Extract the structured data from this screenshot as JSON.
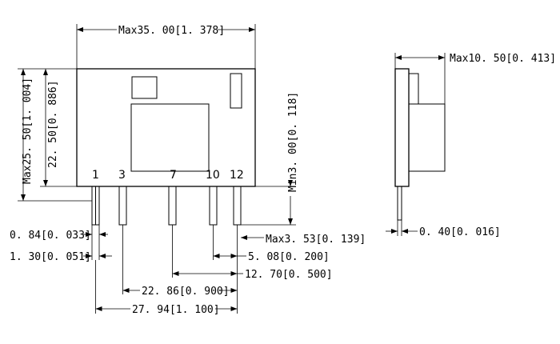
{
  "front_view": {
    "width_label": "Max35. 00[1. 378]",
    "height_max_label": "Max25. 50[1. 004]",
    "height_label": "22. 50[0. 886]",
    "pin_labels": [
      "1",
      "3",
      "7",
      "10",
      "12"
    ],
    "pin_min_length_label": "Min3. 00[0. 118]",
    "pin_width_label": "0. 84[0. 033]",
    "pin_pitch_label": "1. 30[0. 051]",
    "pin_max_length_label": "Max3. 53[0. 139]",
    "spacing_10_12_label": "5. 08[0. 200]",
    "spacing_7_12_label": "12. 70[0. 500]",
    "spacing_3_12_label": "22. 86[0. 900]",
    "spacing_1_12_label": "27. 94[1. 100]"
  },
  "side_view": {
    "thickness_label": "Max10. 50[0. 413]",
    "pin_thickness_label": "0. 40[0. 016]"
  }
}
